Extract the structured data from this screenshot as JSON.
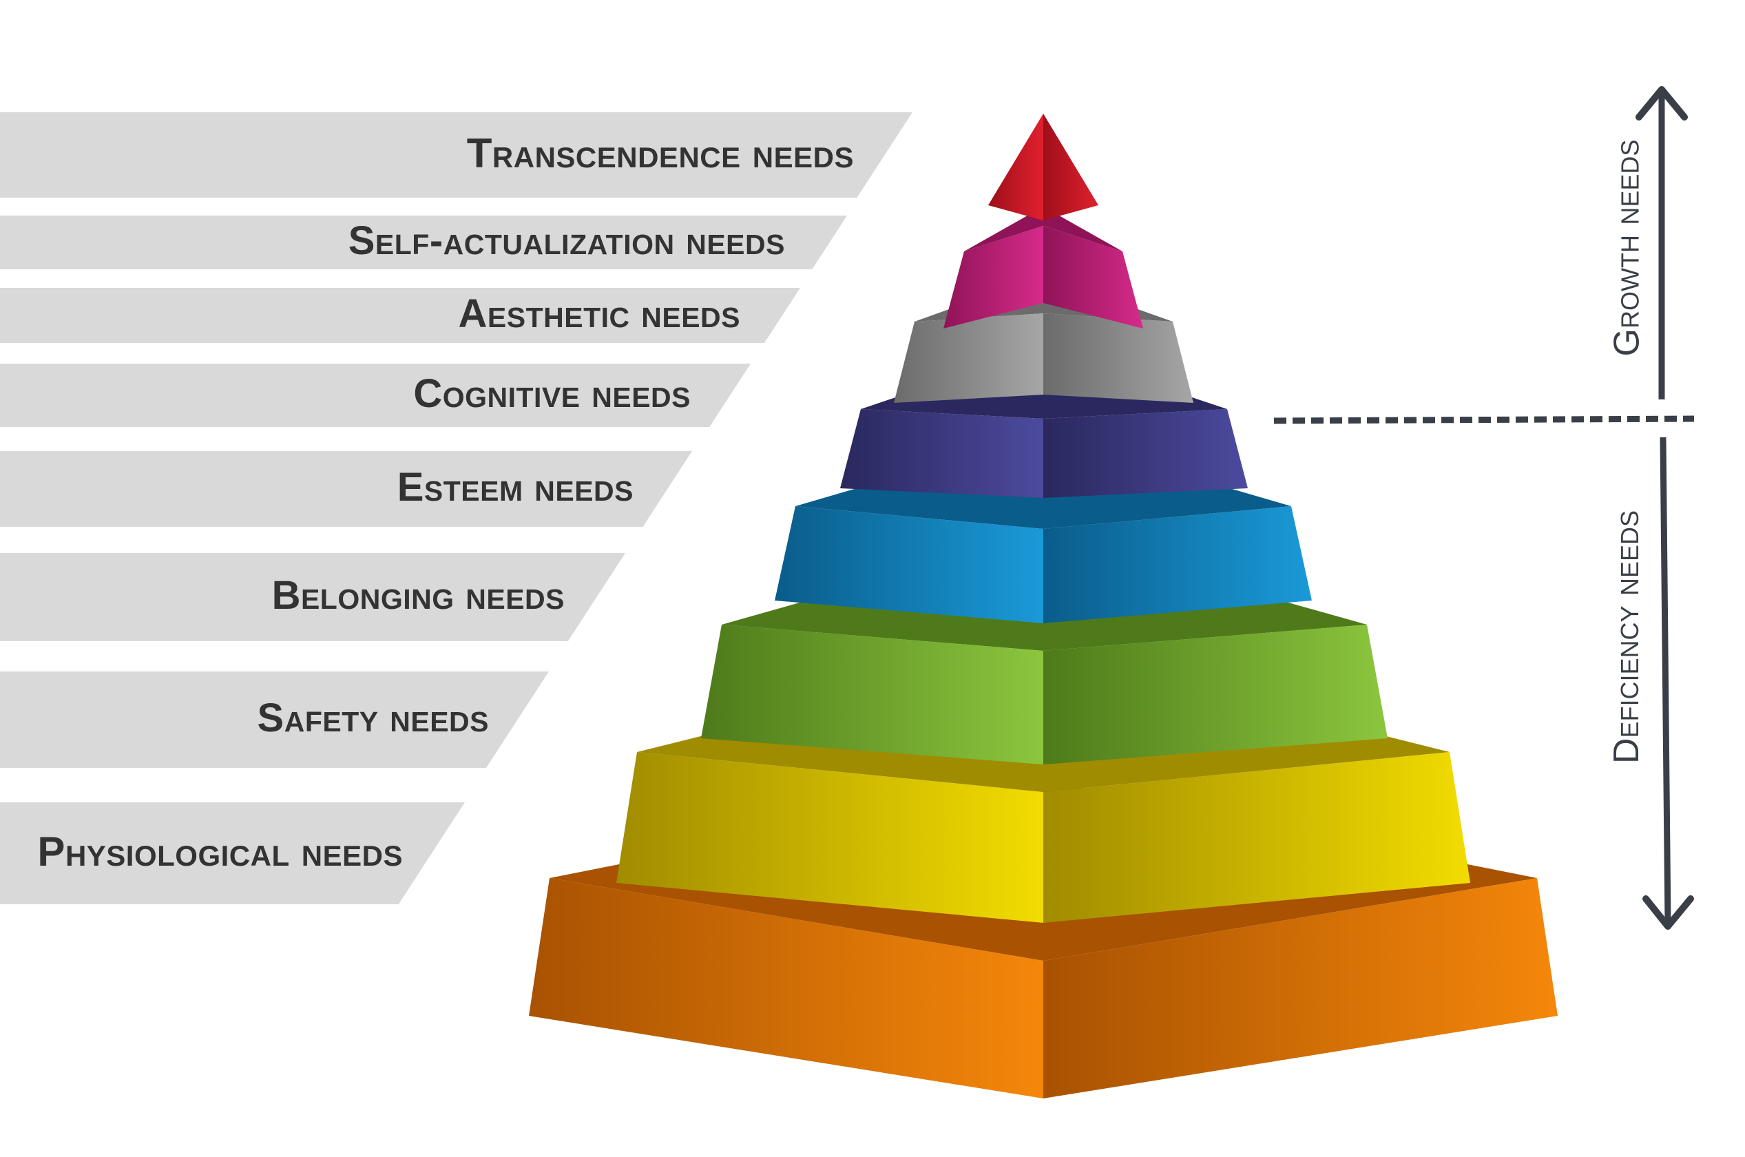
{
  "levels": [
    {
      "label": "Transcendence needs",
      "color": "#e0202e",
      "dark": "#9e0f1a",
      "side": "#c01622"
    },
    {
      "label": "Self-actualization needs",
      "color": "#d62a8a",
      "dark": "#8f1457",
      "side": "#b21d72"
    },
    {
      "label": "Aesthetic needs",
      "color": "#a6a6a6",
      "dark": "#6b6b6b",
      "side": "#8a8a8a"
    },
    {
      "label": "Cognitive needs",
      "color": "#4c4a9e",
      "dark": "#2a285e",
      "side": "#3a3880"
    },
    {
      "label": "Esteem needs",
      "color": "#1a9ad8",
      "dark": "#0a5c8a",
      "side": "#1080b8"
    },
    {
      "label": "Belonging needs",
      "color": "#8cc63e",
      "dark": "#4e7a1a",
      "side": "#6da42c"
    },
    {
      "label": "Safety needs",
      "color": "#f2dc00",
      "dark": "#a08c00",
      "side": "#d0b800"
    },
    {
      "label": "Physiological needs",
      "color": "#f5870a",
      "dark": "#a85202",
      "side": "#d06c06"
    }
  ],
  "side_labels": {
    "growth": "Growth needs",
    "deficiency": "Deficiency needs"
  },
  "colors": {
    "band": "#d9d9d9",
    "text": "#333333",
    "arrow": "#3a3f47"
  }
}
